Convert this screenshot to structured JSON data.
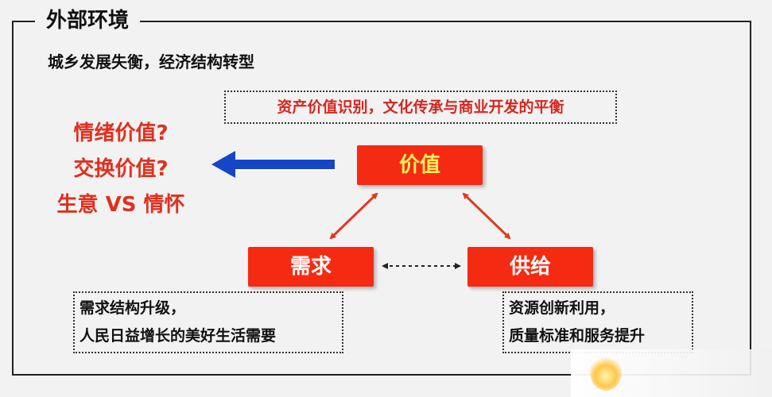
{
  "frame": {
    "title": "外部环境"
  },
  "subtitle": "城乡发展失衡，经济结构转型",
  "top_note": "资产价值识别，文化传承与商业开发的平衡",
  "questions": [
    "情绪价值?",
    "交换价值?",
    "生意 VS 情怀"
  ],
  "nodes": {
    "value": "价值",
    "demand": "需求",
    "supply": "供给"
  },
  "notes": {
    "demand": [
      "需求结构升级，",
      "人民日益增长的美好生活需要"
    ],
    "supply": [
      "资源创新利用，",
      "质量标准和服务提升"
    ]
  },
  "colors": {
    "node_fill": "#f52a12",
    "value_text": "#ffef5a",
    "question_text": "#e0301e",
    "blue_arrow": "#1646c8",
    "double_arrow": "#e03a1e"
  },
  "watermark": {
    "icon": "flame-logo-icon"
  }
}
